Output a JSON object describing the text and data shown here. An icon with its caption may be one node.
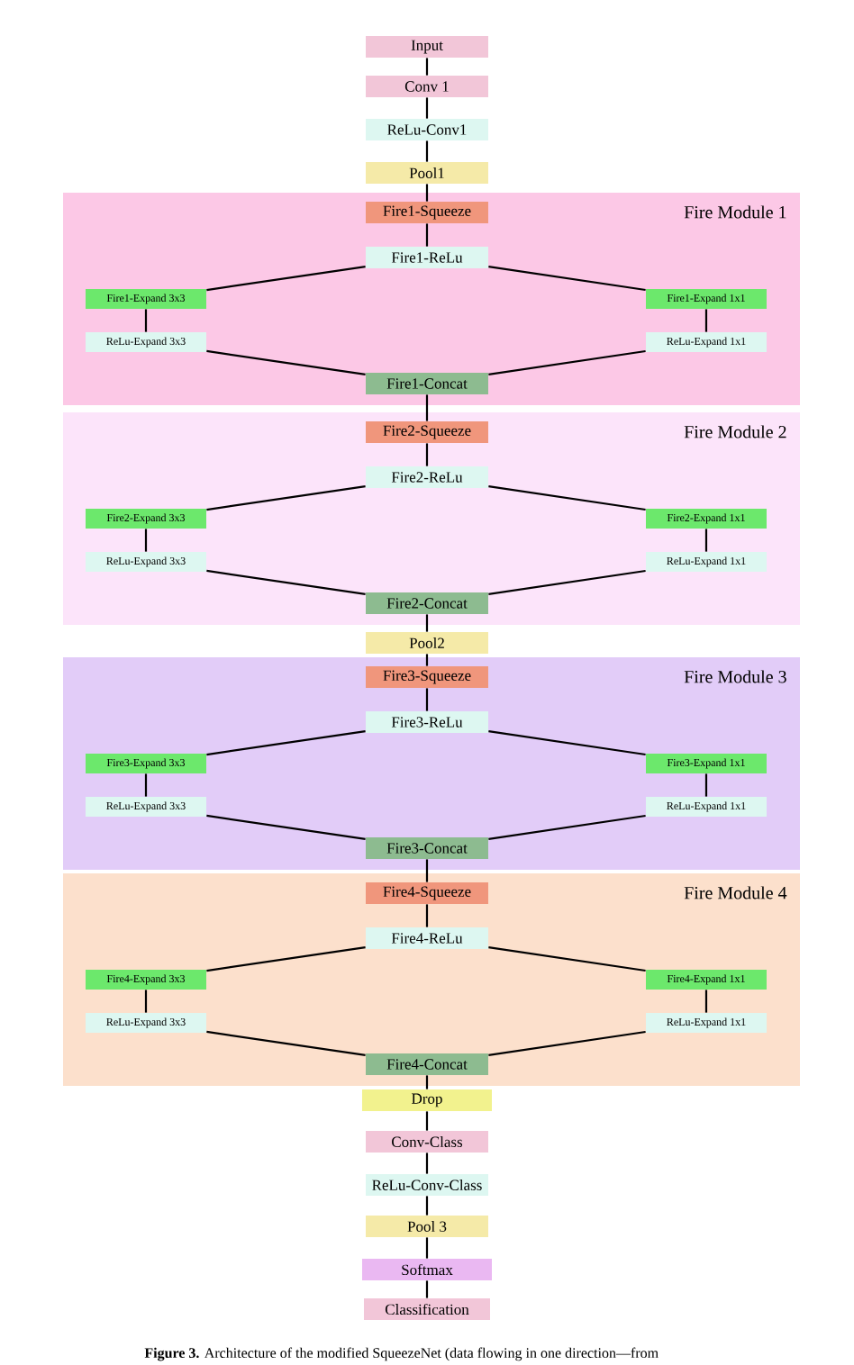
{
  "diagram": {
    "caption": "**Figure 3.** Architecture of the modified SqueezeNet (data flowing in one direction—from",
    "nodes": [
      {
        "text": [
          "Input"
        ]
      },
      {
        "text": [
          "Conv 1"
        ]
      },
      {
        "text": [
          "ReLu-Conv1"
        ]
      },
      {
        "text": [
          "Pool1"
        ]
      },
      {
        "text": [
          "Fire Module 1"
        ]
      },
      {
        "text": [
          "Fire1-Squeeze"
        ],
        "in": 4
      },
      {
        "text": [
          "Fire1-ReLu"
        ],
        "in": 4
      },
      {
        "text": [
          "Fire1-Expand 3x3"
        ],
        "in": 4
      },
      {
        "text": [
          "Fire1-Expand 1x1"
        ],
        "in": 4
      },
      {
        "text": [
          "ReLu-Expand 3x3"
        ],
        "in": 4
      },
      {
        "text": [
          "ReLu-Expand 1x1"
        ],
        "in": 4
      },
      {
        "text": [
          "Fire1-Concat"
        ],
        "in": 4
      },
      {
        "text": [
          "Fire Module 2"
        ]
      },
      {
        "text": [
          "Fire2-Squeeze"
        ],
        "in": 12
      },
      {
        "text": [
          "Fire2-ReLu"
        ],
        "in": 12
      },
      {
        "text": [
          "Fire2-Expand 3x3"
        ],
        "in": 12
      },
      {
        "text": [
          "Fire2-Expand 1x1"
        ],
        "in": 12
      },
      {
        "text": [
          "ReLu-Expand 3x3"
        ],
        "in": 12
      },
      {
        "text": [
          "ReLu-Expand 1x1"
        ],
        "in": 12
      },
      {
        "text": [
          "Fire2-Concat"
        ],
        "in": 12
      },
      {
        "text": [
          "Pool2"
        ]
      },
      {
        "text": [
          "Fire Module 3"
        ]
      },
      {
        "text": [
          "Fire3-Squeeze"
        ],
        "in": 21
      },
      {
        "text": [
          "Fire3-ReLu"
        ],
        "in": 21
      },
      {
        "text": [
          "Fire3-Expand 3x3"
        ],
        "in": 21
      },
      {
        "text": [
          "Fire3-Expand 1x1"
        ],
        "in": 21
      },
      {
        "text": [
          "ReLu-Expand 3x3"
        ],
        "in": 21
      },
      {
        "text": [
          "ReLu-Expand 1x1"
        ],
        "in": 21
      },
      {
        "text": [
          "Fire3-Concat"
        ],
        "in": 21
      },
      {
        "text": [
          "Fire Module 4"
        ]
      },
      {
        "text": [
          "Fire4-Squeeze"
        ],
        "in": 29
      },
      {
        "text": [
          "Fire4-ReLu"
        ],
        "in": 29
      },
      {
        "text": [
          "Fire4-Expand 3x3"
        ],
        "in": 29
      },
      {
        "text": [
          "Fire4-Expand 1x1"
        ],
        "in": 29
      },
      {
        "text": [
          "ReLu-Expand 3x3"
        ],
        "in": 29
      },
      {
        "text": [
          "ReLu-Expand 1x1"
        ],
        "in": 29
      },
      {
        "text": [
          "Fire4-Concat"
        ],
        "in": 29
      },
      {
        "text": [
          "Drop"
        ]
      },
      {
        "text": [
          "Conv-Class"
        ]
      },
      {
        "text": [
          "ReLu-Conv-Class"
        ]
      },
      {
        "text": [
          "Pool 3"
        ]
      },
      {
        "text": [
          "Softmax"
        ]
      },
      {
        "text": [
          "Classification"
        ]
      }
    ],
    "edges": [
      {
        "from": 0,
        "to": 1,
        "arrow": "none"
      },
      {
        "from": 1,
        "to": 2,
        "arrow": "none"
      },
      {
        "from": 2,
        "to": 3,
        "arrow": "none"
      },
      {
        "from": 3,
        "to": 5,
        "arrow": "none"
      },
      {
        "from": 5,
        "to": 6,
        "arrow": "none"
      },
      {
        "from": 6,
        "to": 7,
        "arrow": "none"
      },
      {
        "from": 6,
        "to": 8,
        "arrow": "none"
      },
      {
        "from": 7,
        "to": 9,
        "arrow": "none"
      },
      {
        "from": 8,
        "to": 10,
        "arrow": "none"
      },
      {
        "from": 9,
        "to": 11,
        "arrow": "none"
      },
      {
        "from": 10,
        "to": 11,
        "arrow": "none"
      },
      {
        "from": 11,
        "to": 13,
        "arrow": "none"
      },
      {
        "from": 13,
        "to": 14,
        "arrow": "none"
      },
      {
        "from": 14,
        "to": 15,
        "arrow": "none"
      },
      {
        "from": 14,
        "to": 16,
        "arrow": "none"
      },
      {
        "from": 15,
        "to": 17,
        "arrow": "none"
      },
      {
        "from": 16,
        "to": 18,
        "arrow": "none"
      },
      {
        "from": 17,
        "to": 19,
        "arrow": "none"
      },
      {
        "from": 18,
        "to": 19,
        "arrow": "none"
      },
      {
        "from": 19,
        "to": 20,
        "arrow": "none"
      },
      {
        "from": 20,
        "to": 22,
        "arrow": "none"
      },
      {
        "from": 22,
        "to": 23,
        "arrow": "none"
      },
      {
        "from": 23,
        "to": 24,
        "arrow": "none"
      },
      {
        "from": 23,
        "to": 25,
        "arrow": "none"
      },
      {
        "from": 24,
        "to": 26,
        "arrow": "none"
      },
      {
        "from": 25,
        "to": 27,
        "arrow": "none"
      },
      {
        "from": 26,
        "to": 28,
        "arrow": "none"
      },
      {
        "from": 27,
        "to": 28,
        "arrow": "none"
      },
      {
        "from": 28,
        "to": 30,
        "arrow": "none"
      },
      {
        "from": 30,
        "to": 31,
        "arrow": "none"
      },
      {
        "from": 31,
        "to": 32,
        "arrow": "none"
      },
      {
        "from": 31,
        "to": 33,
        "arrow": "none"
      },
      {
        "from": 32,
        "to": 34,
        "arrow": "none"
      },
      {
        "from": 33,
        "to": 35,
        "arrow": "none"
      },
      {
        "from": 34,
        "to": 36,
        "arrow": "none"
      },
      {
        "from": 35,
        "to": 36,
        "arrow": "none"
      },
      {
        "from": 36,
        "to": 37,
        "arrow": "none"
      },
      {
        "from": 37,
        "to": 38,
        "arrow": "none"
      },
      {
        "from": 38,
        "to": 39,
        "arrow": "none"
      },
      {
        "from": 39,
        "to": 40,
        "arrow": "none"
      },
      {
        "from": 40,
        "to": 41,
        "arrow": "none"
      },
      {
        "from": 41,
        "to": 42,
        "arrow": "none"
      }
    ]
  }
}
